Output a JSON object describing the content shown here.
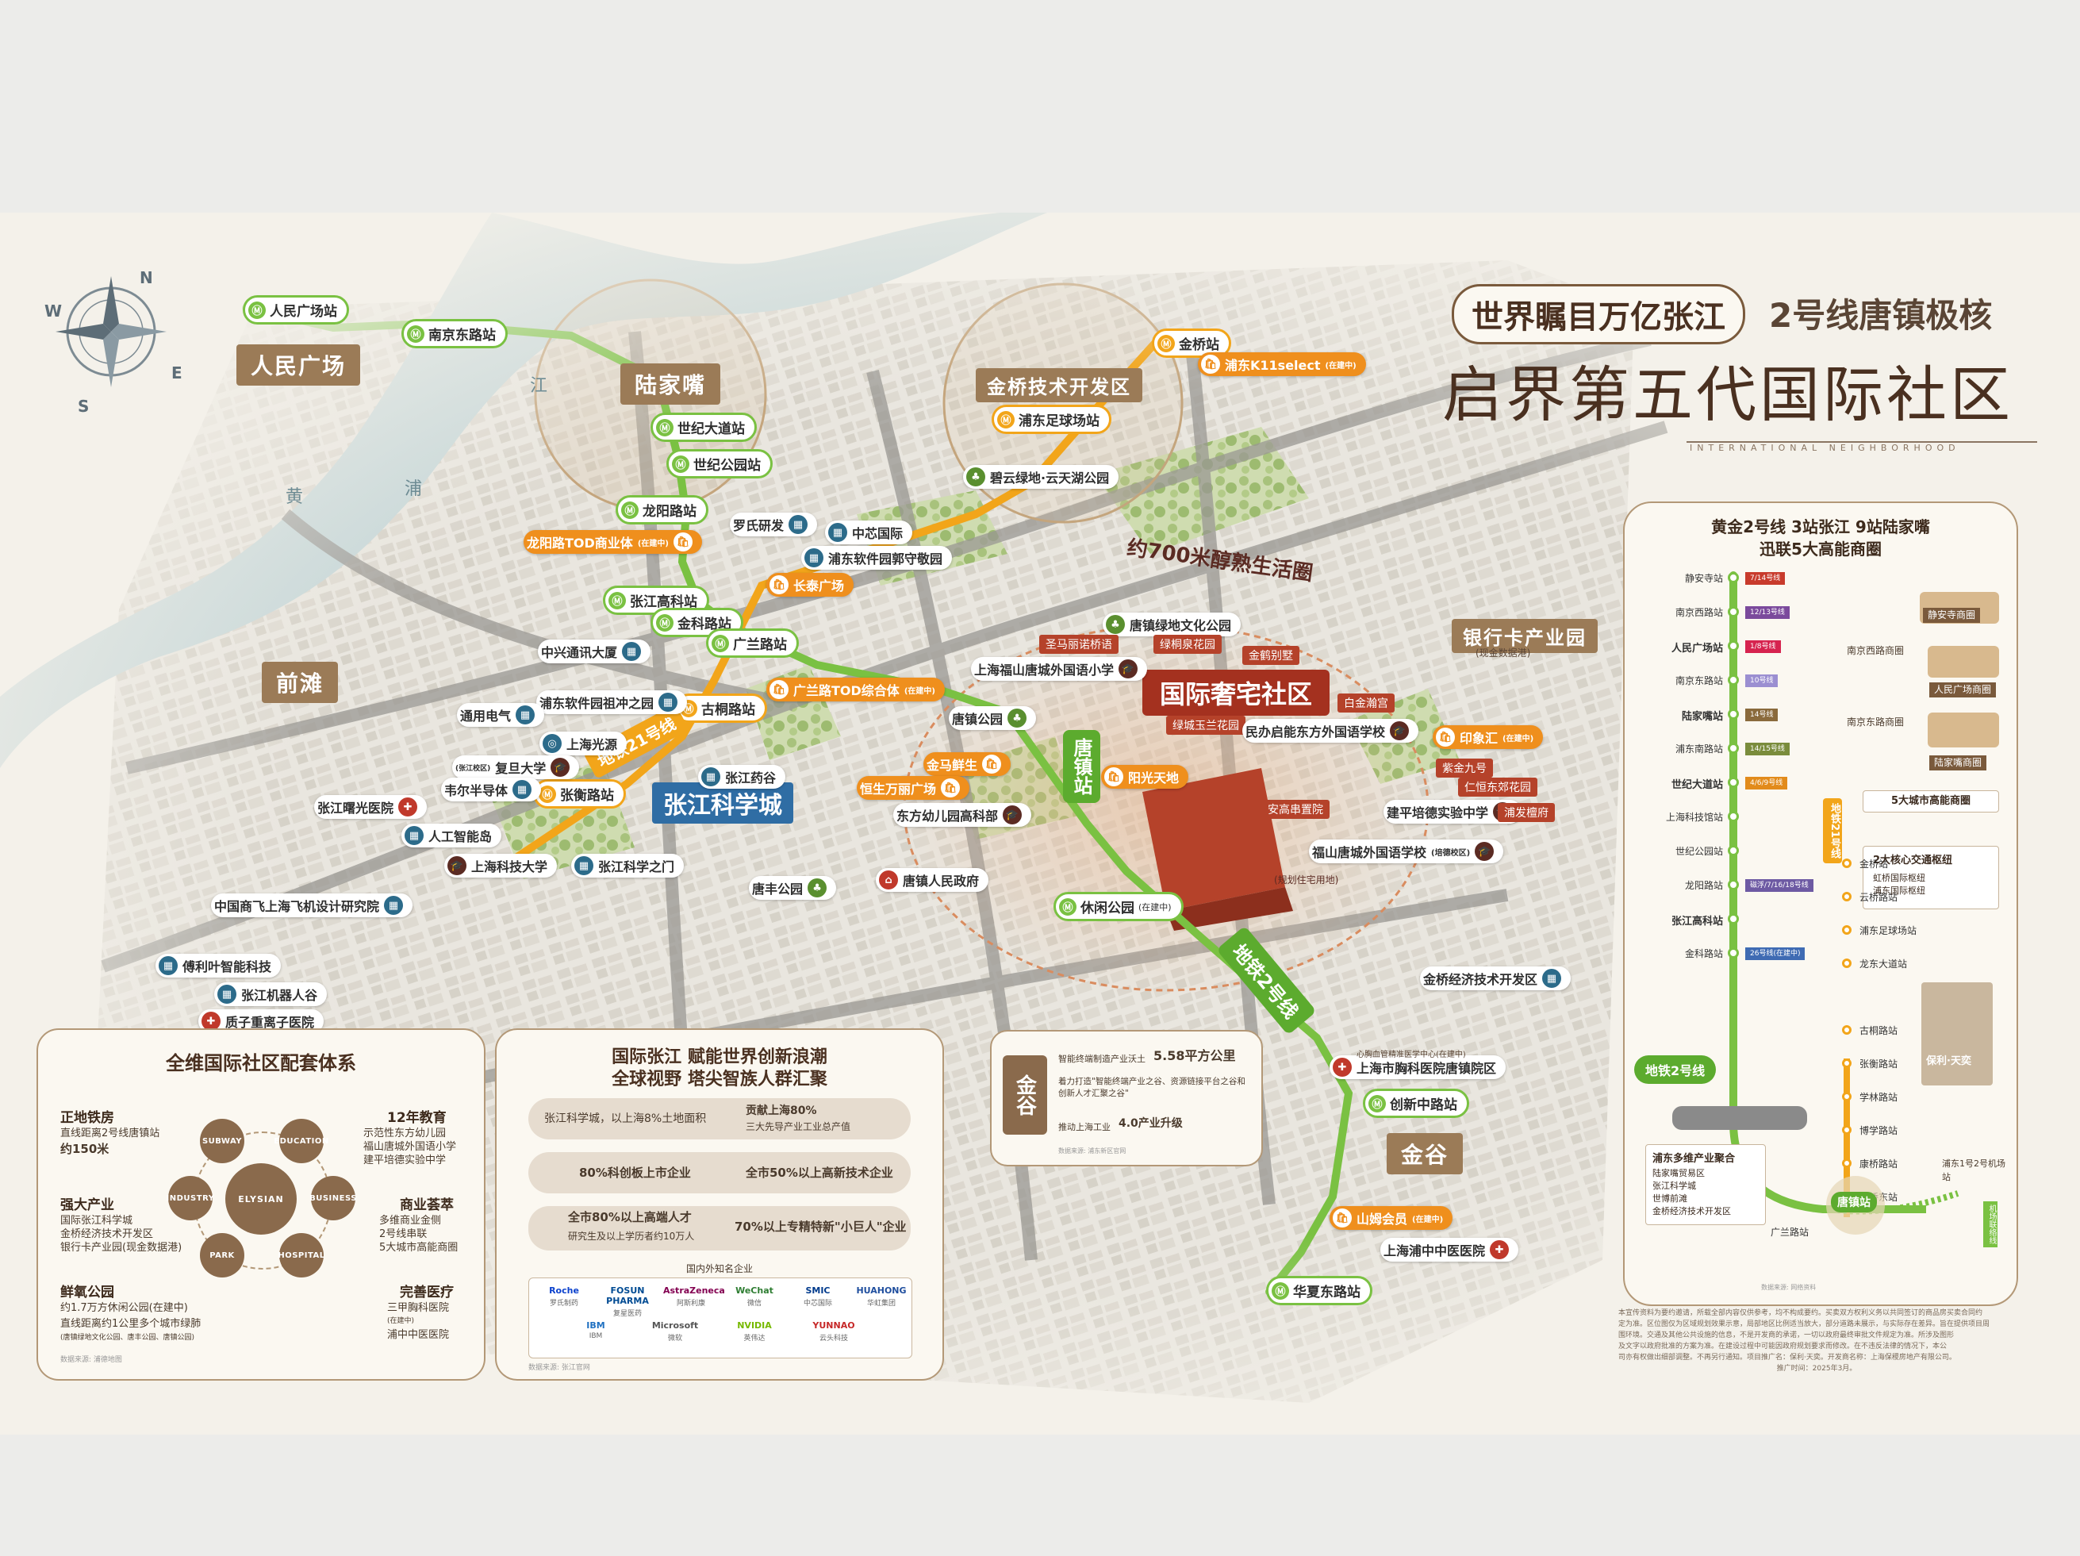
{
  "header": {
    "box_title": "世界瞩目万亿张江",
    "subtitle": "2号线唐镇极核",
    "main_title": "启界第五代国际社区",
    "tagline": "INTERNATIONAL NEIGHBORHOOD"
  },
  "compass": {
    "n": "N",
    "e": "E",
    "s": "S",
    "w": "W"
  },
  "regions": {
    "renmin": "人民广场",
    "lujiazui": "陆家嘴",
    "jinqiao": "金桥技术开发区",
    "bund": "前滩",
    "yinhangka": "银行卡产业园",
    "yinhangka_sub": "(现金数据港)",
    "zhangjiang": "张江科学城",
    "luxury": "国际奢宅社区",
    "jingu": "金谷",
    "river_huang": "黄",
    "river_pu": "浦",
    "river_jiang": "江"
  },
  "stations": {
    "renmin": "人民广场站",
    "nanjing_east": "南京东路站",
    "century_ave": "世纪大道站",
    "century_park": "世纪公园站",
    "longyang": "龙阳路站",
    "zj_hightech": "张江高科站",
    "jinke": "金科路站",
    "guanglan": "广兰路站",
    "tangzhen": "唐镇站",
    "innovation": "创新中路站",
    "huaxia_east": "华夏东路站",
    "jinqiao": "金桥站",
    "pudong_football": "浦东足球场站",
    "jinke_metro": "张衡路站",
    "line21": "地铁21号线",
    "line2": "地铁2号线",
    "tangzhen_vertical": "唐镇站",
    "xiuxian_park": "休闲公园",
    "xiuxian_note": "(在建中)"
  },
  "pois": {
    "k11": "浦东K11select",
    "k11_note": "(在建中)",
    "biyun": "碧云绿地·云天湖公园",
    "longyang_tod": "龙阳路TOD商业体",
    "longyang_tod_note": "(在建中)",
    "luoshi": "罗氏研发",
    "smic": "中芯国际",
    "pudong_soft_guoshou": "浦东软件园郭守敬园",
    "changtai": "长泰广场",
    "zhongxing": "中兴通讯大厦",
    "pudong_soft_zuchong": "浦东软件园祖冲之园",
    "guanglan_tod": "广兰路TOD综合体",
    "guanglan_tod_note": "(在建中)",
    "gulan_wanghuo": "古桐路站",
    "tongyong": "通用电气",
    "shanghai_guangyuan": "上海光源",
    "fudan": "复旦大学",
    "fudan_note": "(张江校区)",
    "weier": "韦尔半导体",
    "zj_yaogu": "张江药谷",
    "zj_xiguang": "张江曙光医院",
    "ai_island": "人工智能岛",
    "shtech": "上海科技大学",
    "zj_gate": "张江科学之门",
    "comac": "中国商飞上海飞机设计研究院",
    "fuliye": "傅利叶智能科技",
    "zj_robot": "张江机器人谷",
    "zhizi": "质子重离子医院",
    "tangzhen_cultural": "唐镇绿地文化公园",
    "seven_ring": "约700米醇熟生活圈",
    "shengmadeli": "圣马丽诺桥语",
    "lvtong": "绿桐泉花园",
    "jinxin": "金鹤别墅",
    "fushan_school": "上海福山唐城外国语小学",
    "tangzhen_park": "唐镇公园",
    "jinmafresh": "金马鲜生",
    "hengsheng": "恒生万丽广场",
    "dongfang_kg": "东方幼儿园高科部",
    "yangguang": "阳光天地",
    "lvyu": "绿城玉兰花园",
    "baijin": "白金瀚宫",
    "minban": "民办启能东方外国语学校",
    "yinxiang": "印象汇",
    "yinxiang_note": "(在建中)",
    "zijin": "紫金九号",
    "renheng": "仁恒东郊花园",
    "anxin": "安高串置院",
    "jianping": "建平培德实验中学",
    "pudong_tanyuan": "浦发檀府",
    "fushan_lang": "福山唐城外国语学校",
    "fushan_lang_note": "(培德校区)",
    "tangfeng": "唐丰公园",
    "tangzhen_gov": "唐镇人民政府",
    "jinqiao_econ": "金桥经济技术开发区",
    "chest_hosp": "上海市胸科医院唐镇院区",
    "chest_hosp_note": "心胸血管精准医学中心(在建中)",
    "sams": "山姆会员",
    "sams_note": "(在建中)",
    "tcm_hosp": "上海浦中中医医院",
    "planned_res": "(规划住宅用地)"
  },
  "panel_left": {
    "title": "全维国际社区配套体系",
    "items": [
      {
        "title": "正地铁房",
        "lines": [
          "直线距离2号线唐镇站",
          "约150米"
        ]
      },
      {
        "title": "12年教育",
        "lines": [
          "示范性东方幼儿园",
          "福山唐城外国语小学",
          "建平培德实验中学"
        ]
      },
      {
        "title": "强大产业",
        "lines": [
          "国际张江科学城",
          "金桥经济技术开发区",
          "银行卡产业园(现金数据港)"
        ]
      },
      {
        "title": "商业荟萃",
        "lines": [
          "多维商业金侧",
          "2号线串联",
          "5大城市高能商圈"
        ]
      },
      {
        "title": "鲜氧公园",
        "lines": [
          "约1.7万方休闲公园(在建中)",
          "直线距离约1公里多个城市绿肺",
          "(唐镇绿地文化公园、唐丰公园、唐镇公园)"
        ]
      },
      {
        "title": "完善医疗",
        "lines": [
          "三甲胸科医院",
          "(在建中)",
          "浦中中医医院"
        ]
      }
    ],
    "center_brand": "ELYSIAN",
    "icons": [
      "SUBWAY",
      "EDUCATION",
      "INDUSTRY",
      "BUSINESS",
      "PARK",
      "HOSPITAL"
    ],
    "source": "数据来源: 浦德地图"
  },
  "panel_mid": {
    "title1": "国际张江 赋能世界创新浪潮",
    "title2": "全球视野 塔尖智族人群汇聚",
    "stat1": "张江科学城，以上海8%土地面积",
    "stat2": "贡献上海80%",
    "stat2b": "三大先导产业工业总产值",
    "stat3": "80%科创板上市企业",
    "stat4": "全市50%以上高新技术企业",
    "stat5": "全市80%以上高端人才",
    "stat5b": "研究生及以上学历者约10万人",
    "stat6": "70%以上专精特新\"小巨人\"企业",
    "companies_title": "国内外知名企业",
    "companies": [
      {
        "logo": "Roche",
        "name": "罗氏制药"
      },
      {
        "logo": "FOSUN PHARMA",
        "name": "复星医药"
      },
      {
        "logo": "AstraZeneca",
        "name": "阿斯利康"
      },
      {
        "logo": "WeChat",
        "name": "微信"
      },
      {
        "logo": "SMIC",
        "name": "中芯国际"
      },
      {
        "logo": "HUAHONG",
        "name": "华虹集团"
      },
      {
        "logo": "IBM",
        "name": "IBM"
      },
      {
        "logo": "Microsoft",
        "name": "微软"
      },
      {
        "logo": "NVIDIA",
        "name": "英伟达"
      },
      {
        "logo": "YUNNAO",
        "name": "云头科技"
      }
    ],
    "source": "数据来源: 张江官网"
  },
  "panel_jingu": {
    "title": "金谷",
    "l1": "智能终端制造产业沃土",
    "l1v": "5.58平方公里",
    "l2": "着力打造\"智能终端产业之谷、资源链接平台之谷和创新人才汇聚之谷\"",
    "l3": "推动上海工业",
    "l3v": "4.0产业升级",
    "source": "数据来源: 浦东新区官网"
  },
  "metro_panel": {
    "title1": "黄金2号线  3站张江  9站陆家嘴",
    "title2": "迅联5大高能商圈",
    "stations": [
      "静安寺站",
      "南京西路站",
      "人民广场站",
      "南京东路站",
      "陆家嘴站",
      "浦东南路站",
      "世纪大道站",
      "上海科技馆站",
      "世纪公园站",
      "龙阳路站",
      "张江高科站",
      "金科路站"
    ],
    "line_tags": [
      "7/14号线",
      "12/13号线",
      "1/8号线",
      "10号线",
      "14号线",
      "14/15号线",
      "4/6/9号线",
      "",
      "",
      "磁浮/7/16/18号线",
      "",
      "26号线(在建中)"
    ],
    "malls": [
      "静安寺商圈",
      "南京西路商圈",
      "人民广场商圈",
      "南京东路商圈",
      "陆家嘴商圈"
    ],
    "summary1": "5大城市高能商圈",
    "summary2_title": "2大核心交通枢纽",
    "summary2_lines": [
      "虹桥国际枢纽",
      "浦东国际枢纽"
    ],
    "line21_stations": [
      "金桥站",
      "云桥路站",
      "浦东足球场站",
      "龙东大道站",
      "广兰路站",
      "古桐路站",
      "张衡路站",
      "学林路站",
      "博学路站",
      "康桥路站",
      "康桥东站"
    ],
    "line2_label": "地铁2号线",
    "line21_label": "地铁21号线",
    "tangzhen": "唐镇站",
    "guanglan": "广兰路站",
    "airport_line": "浦东1号2号机场站",
    "airport_line_label": "机场联络线",
    "brand": "保利·天奕",
    "industry_title": "浦东多维产业聚合",
    "industry_lines": [
      "陆家嘴贸易区",
      "张江科学城",
      "世博前滩",
      "金桥经济技术开发区"
    ],
    "source": "数据来源: 网络资料"
  },
  "disclaimer": [
    "本宣传资料为要约邀请，所载全部内容仅供参考，均不构成要约。买卖双方权利义务以共同签订的商品房买卖合同约",
    "定为准。区位图仅为区域规划效果示意，局部地区比例适当放大，部分道路未展示，与实际存在差异。旨在提供项目周",
    "围环境。交通及其他公共设施的信息，不是开发商的承诺，一切以政府最终审批文件规定为准。所涉及图形",
    "及文字以政府批准的方案为准。在建设过程中可能因政府规划要求而修改。在不违反法律的情况下，本公",
    "司亦有权做出细部调整。不再另行通知。项目推广名：保利·天奕。开发商名称：上海保稷房地产有限公司。",
    "推广时间：2025年3月。"
  ],
  "colors": {
    "metro_green": "#7ac142",
    "metro_gold": "#f2a51a",
    "brand_brown": "#9b7b57",
    "luxury_red": "#b5422a"
  }
}
